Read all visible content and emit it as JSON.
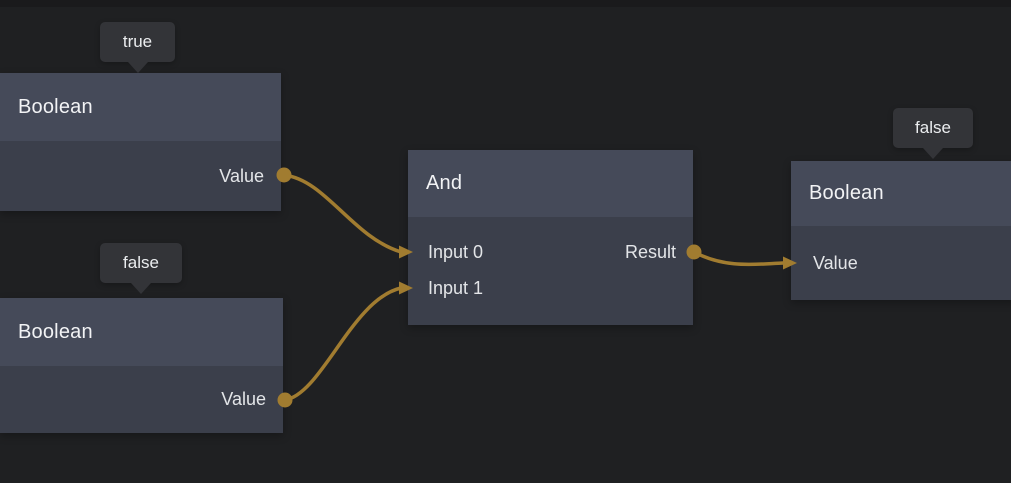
{
  "editor": {
    "background_color": "#1f2022",
    "node_header_color": "#454a59",
    "node_body_color": "#3b3f4b",
    "wire_color": "#a17c30"
  },
  "nodes": {
    "bool_true": {
      "title": "Boolean",
      "badge": "true",
      "output_label": "Value"
    },
    "bool_false": {
      "title": "Boolean",
      "badge": "false",
      "output_label": "Value"
    },
    "and": {
      "title": "And",
      "input0_label": "Input 0",
      "input1_label": "Input 1",
      "output_label": "Result"
    },
    "bool_result": {
      "title": "Boolean",
      "badge": "false",
      "input_label": "Value"
    }
  }
}
